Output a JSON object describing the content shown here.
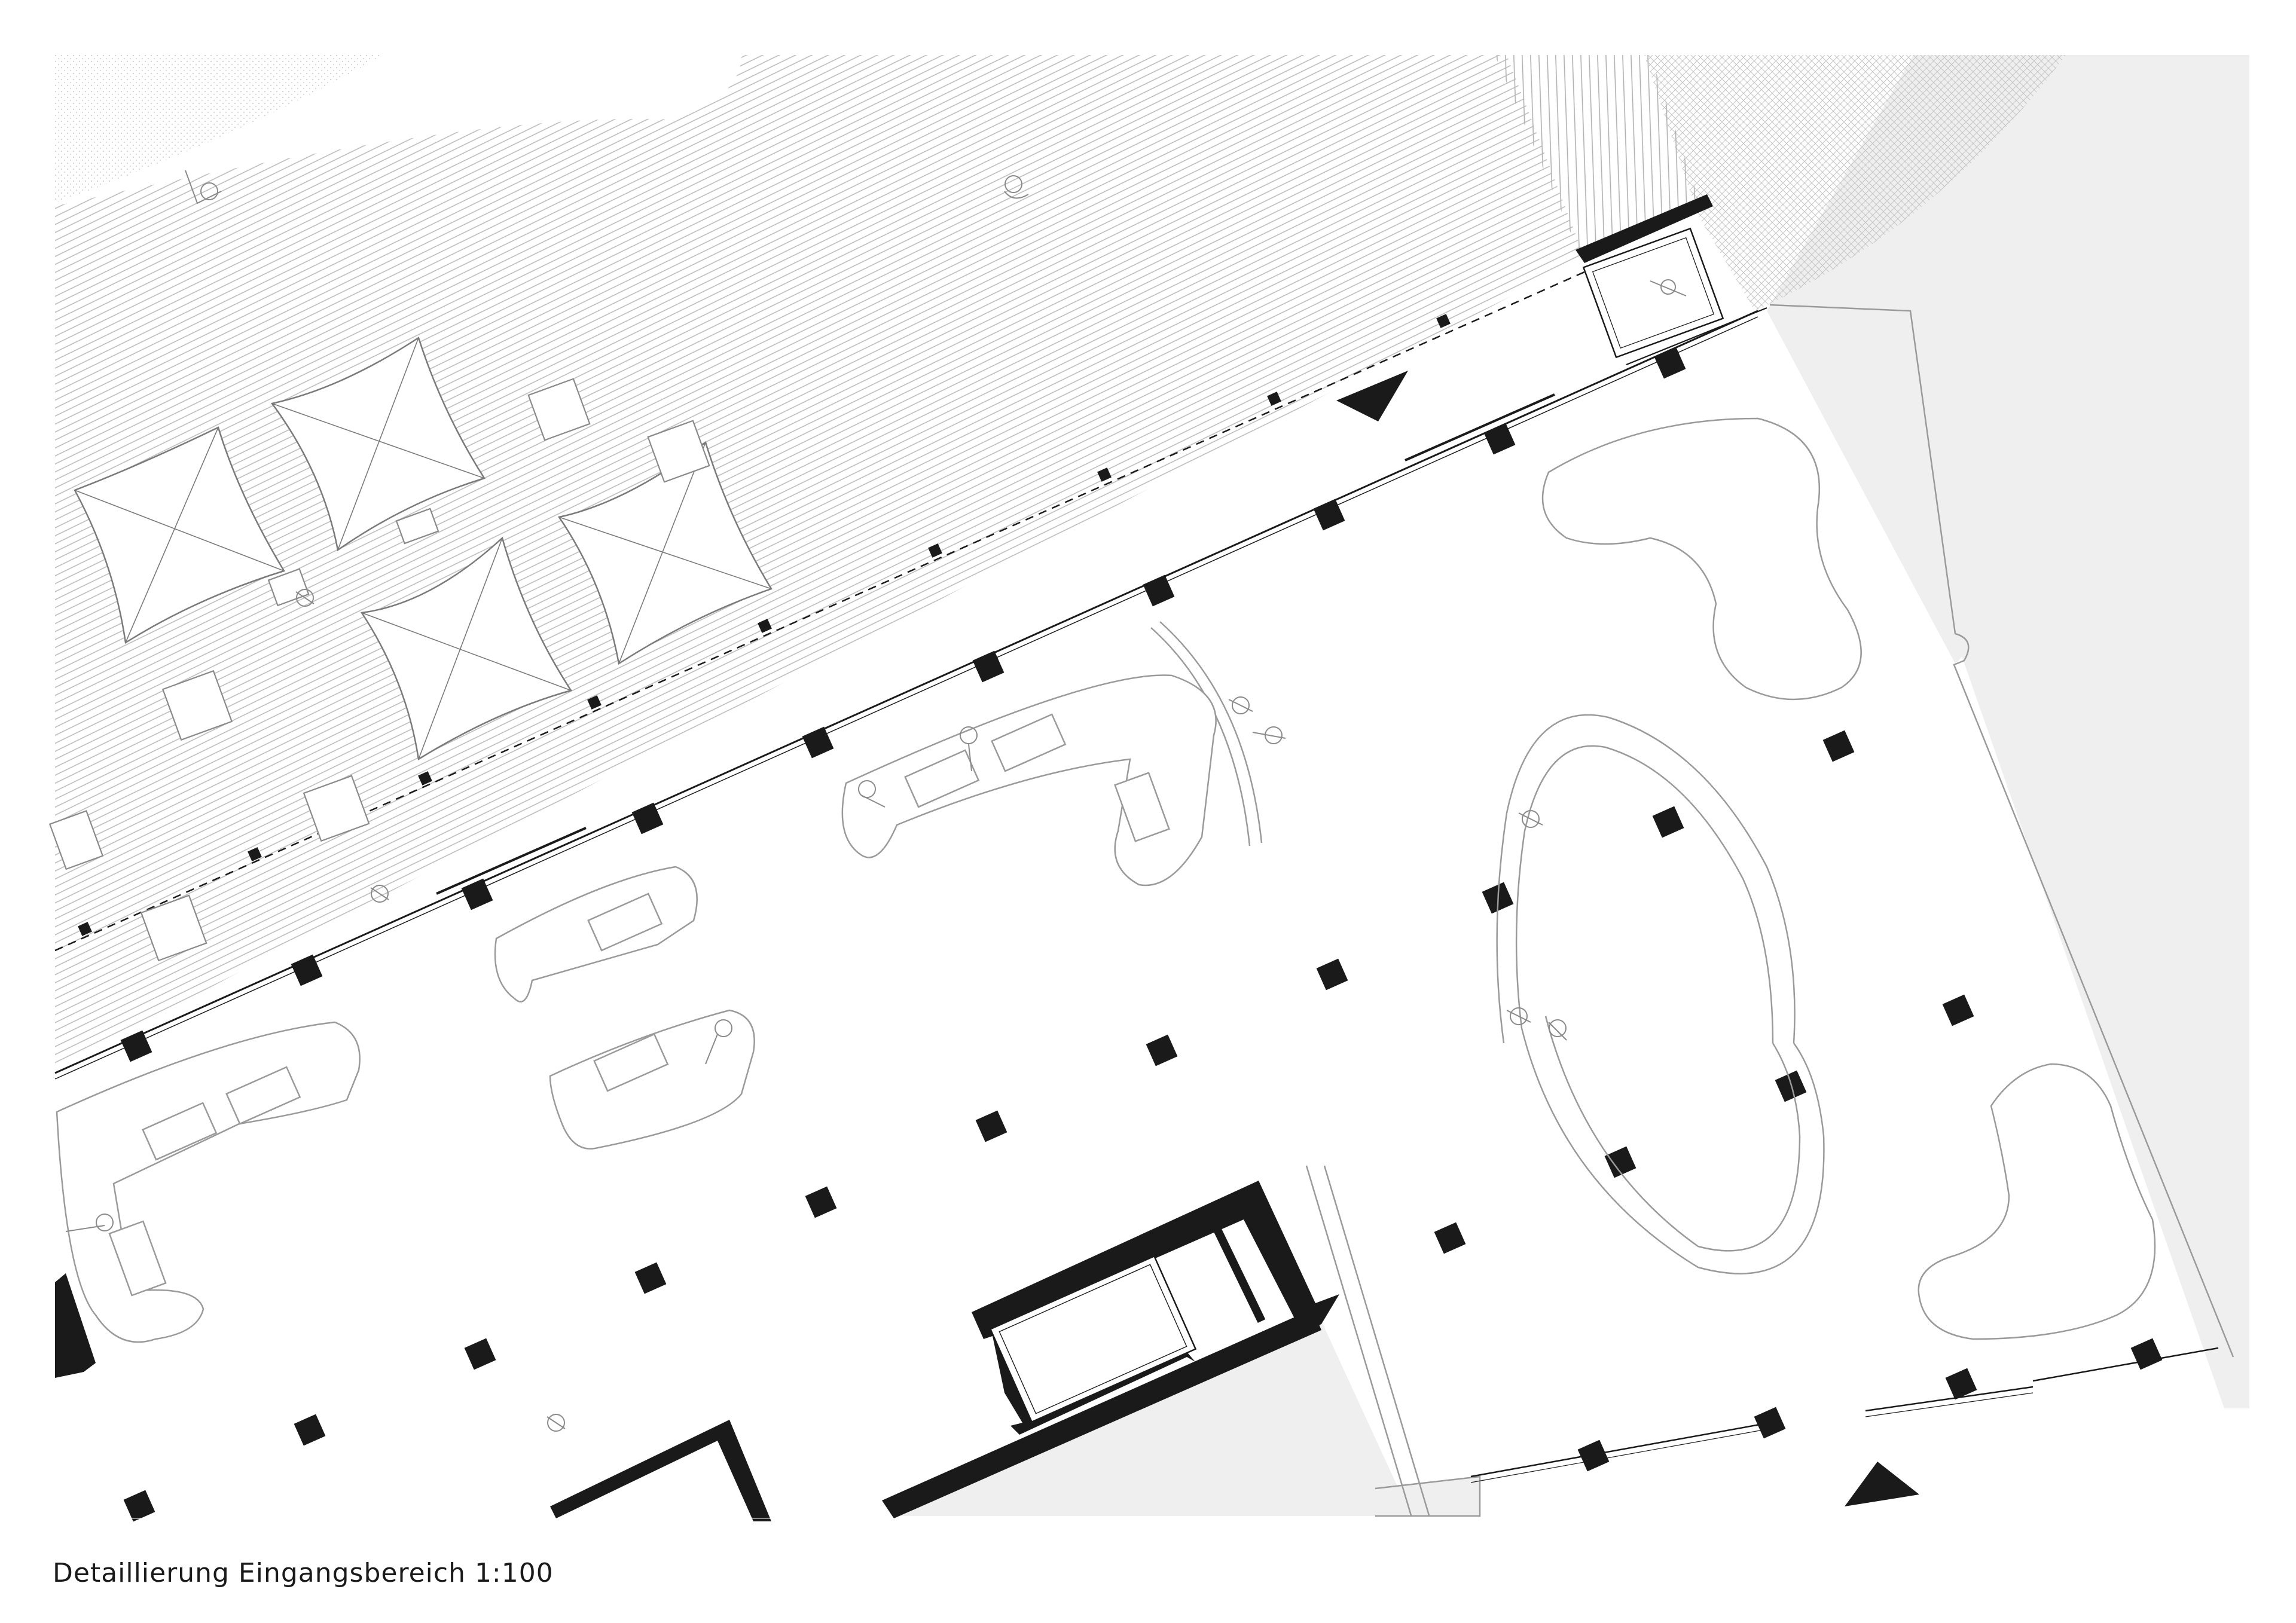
{
  "caption": "Detaillierung Eingangsbereich 1:100",
  "colors": {
    "background": "#ffffff",
    "ink": "#1a1a1a",
    "line": "#9a9a9a",
    "deck_line": "#b5b5b5",
    "exterior_fill": "#efefef",
    "paving_fill": "#e8e8e8"
  },
  "drawing_elements": [
    "wooden-deck-terrace",
    "parasol-umbrellas",
    "cafe-tables",
    "glass-facade",
    "structural-columns",
    "lounge-seating",
    "elliptical-bench",
    "organic-planters",
    "elevator-core",
    "entrance-arrows",
    "human-figures"
  ]
}
